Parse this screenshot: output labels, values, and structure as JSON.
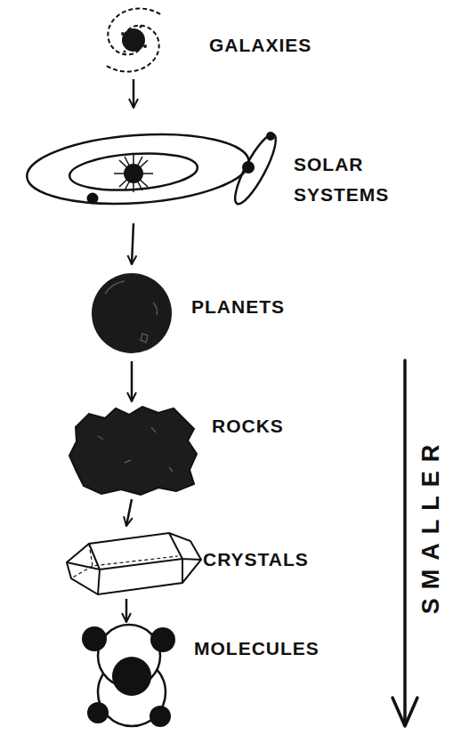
{
  "diagram": {
    "nodes": [
      {
        "text": [
          "GALAXIES"
        ]
      },
      {
        "text": [
          "SOLAR SYSTEMS"
        ]
      },
      {
        "text": [
          "PLANETS"
        ]
      },
      {
        "text": [
          "ROCKS"
        ]
      },
      {
        "text": [
          "CRYSTALS"
        ]
      },
      {
        "text": [
          "MOLECULES"
        ]
      }
    ],
    "edges": [
      {
        "from": 0,
        "to": 1,
        "arrow": "to"
      },
      {
        "from": 1,
        "to": 2,
        "arrow": "to"
      },
      {
        "from": 2,
        "to": 3,
        "arrow": "to"
      },
      {
        "from": 3,
        "to": 4,
        "arrow": "to"
      },
      {
        "from": 4,
        "to": 5,
        "arrow": "to"
      }
    ],
    "labels": [
      "SMALLER"
    ]
  }
}
